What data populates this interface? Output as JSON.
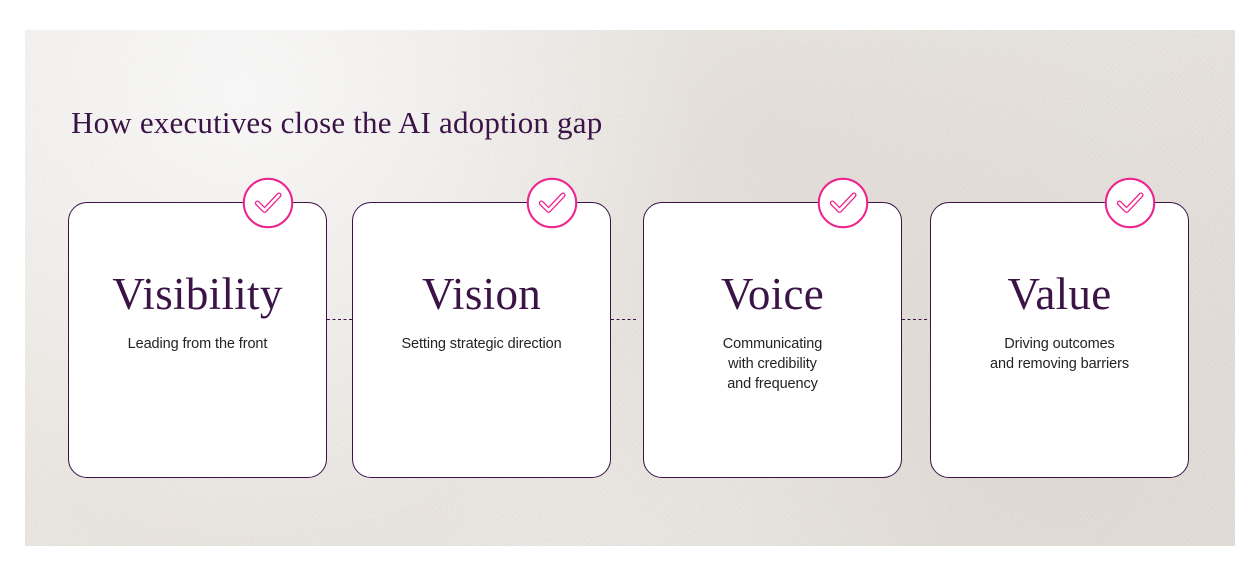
{
  "page": {
    "title": "How executives close the AI adoption gap",
    "background_color": "#ffffff",
    "panel_color": "#f1eeea",
    "accent_purple": "#3b1346",
    "accent_pink": "#ec268f",
    "body_text_color": "#232323"
  },
  "cards": [
    {
      "heading": "Visibility",
      "subtitle_lines": [
        "Leading from the front"
      ],
      "badge_icon": "check-circle-icon"
    },
    {
      "heading": "Vision",
      "subtitle_lines": [
        "Setting strategic direction"
      ],
      "badge_icon": "check-circle-icon"
    },
    {
      "heading": "Voice",
      "subtitle_lines": [
        "Communicating",
        "with credibility",
        "and frequency"
      ],
      "badge_icon": "check-circle-icon"
    },
    {
      "heading": "Value",
      "subtitle_lines": [
        "Driving outcomes",
        "and removing barriers"
      ],
      "badge_icon": "check-circle-icon"
    }
  ]
}
